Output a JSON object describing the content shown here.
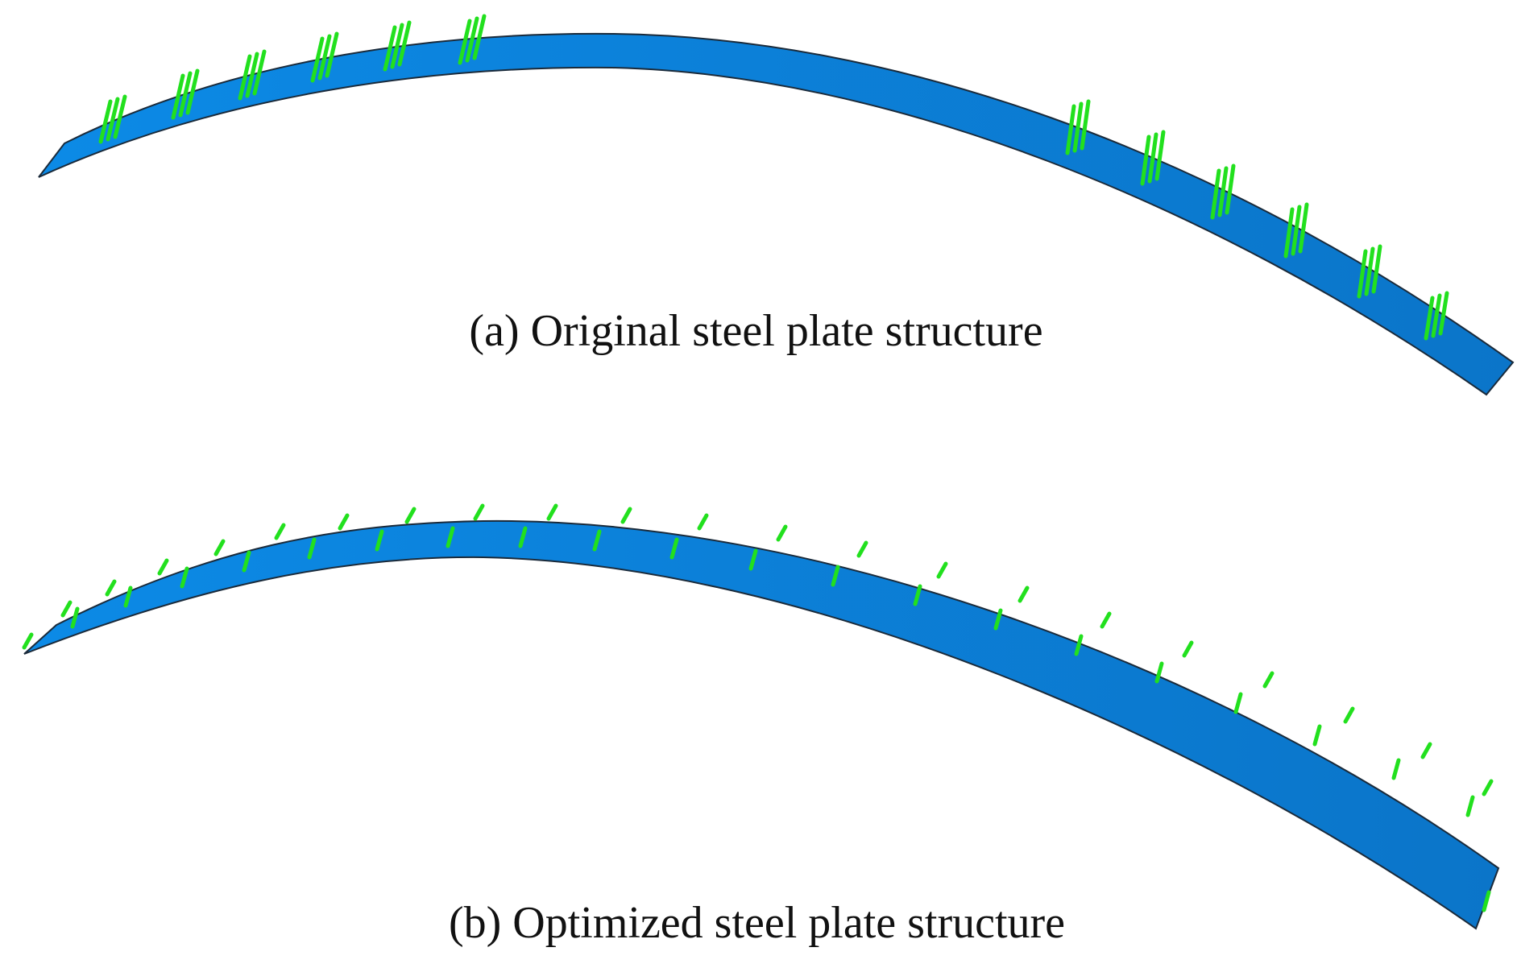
{
  "panels": [
    {
      "id": "a",
      "caption": "(a) Original steel plate structure",
      "stiffener_layout": "grouped-triples"
    },
    {
      "id": "b",
      "caption": "(b) Optimized steel plate structure",
      "stiffener_layout": "evenly-distributed-pairs"
    }
  ],
  "colors": {
    "plate_fill": "#0a86e3",
    "plate_fill_dark": "#0771c2",
    "plate_edge": "#1a2a3a",
    "stiffener": "#22e01e",
    "caption_text": "#111111"
  }
}
